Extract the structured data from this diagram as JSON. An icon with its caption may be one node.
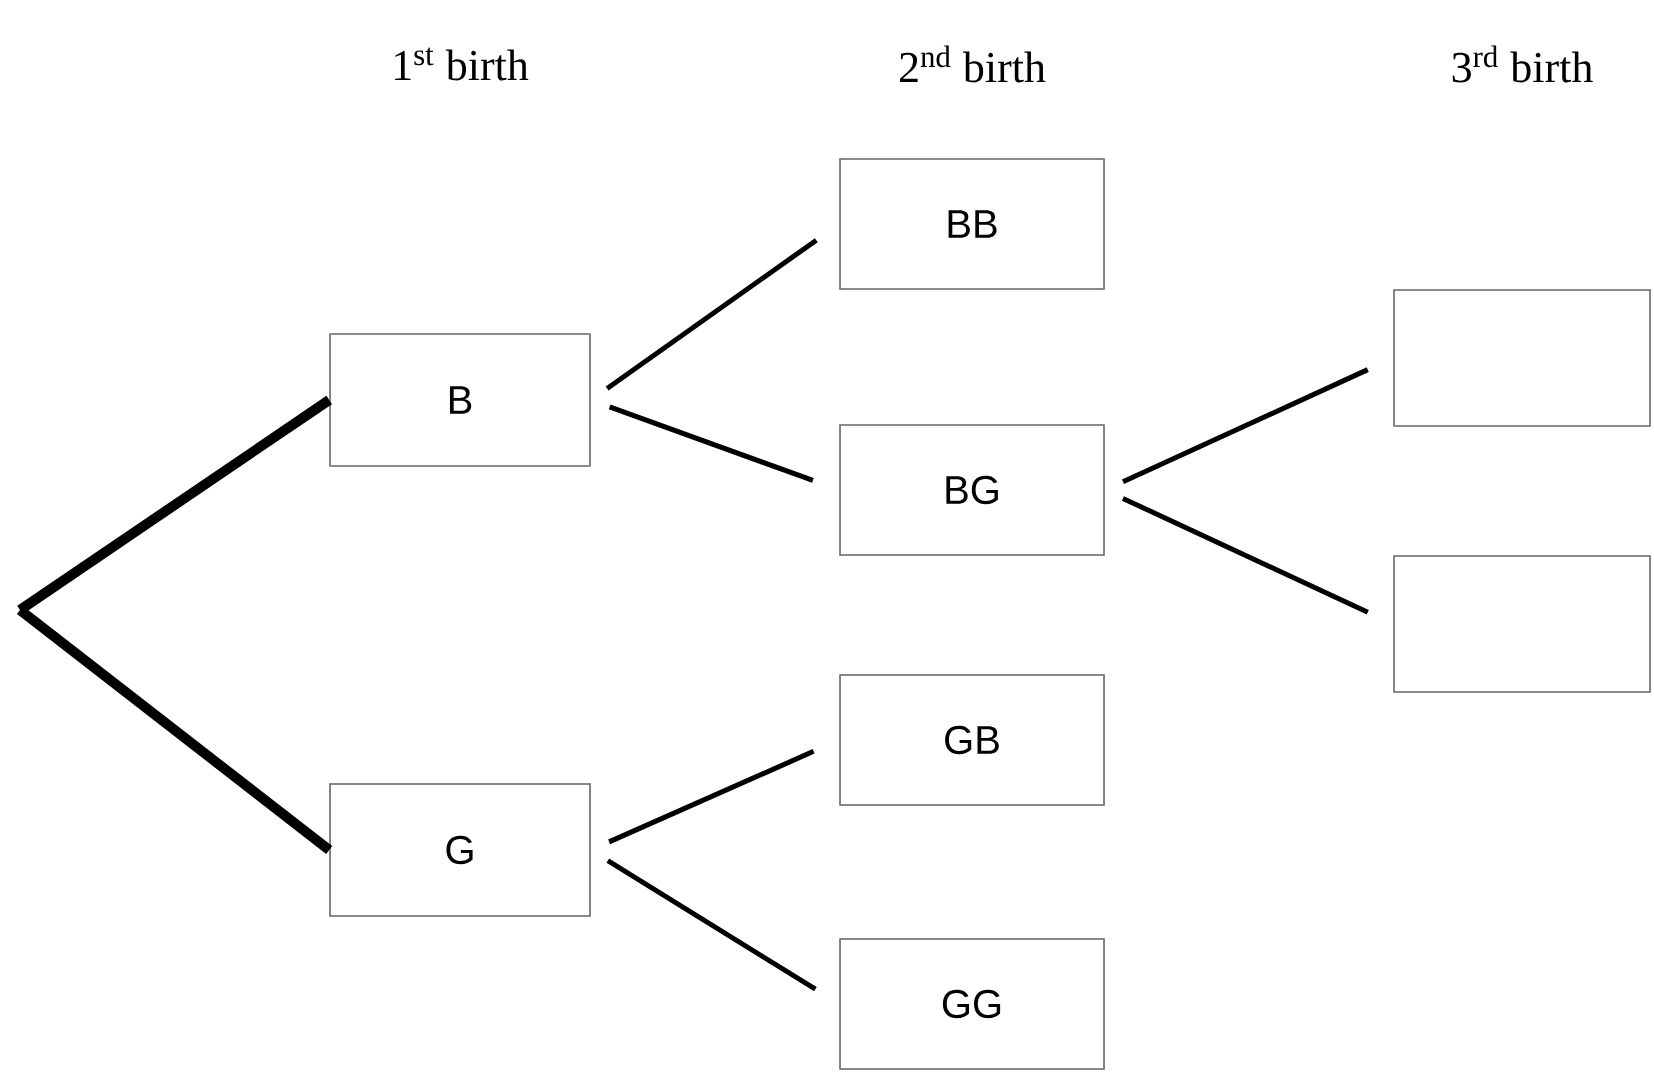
{
  "diagram": {
    "nodes": [
      {
        "text": [
          "B"
        ]
      },
      {
        "text": [
          "G"
        ]
      },
      {
        "text": [
          "BB"
        ]
      },
      {
        "text": [
          "BG"
        ]
      },
      {
        "text": [
          "GB"
        ]
      },
      {
        "text": [
          "GG"
        ]
      },
      {
        "text": [],
        "shape": "box"
      },
      {
        "text": [],
        "shape": "box"
      }
    ],
    "edges": [
      {
        "from": null,
        "to": 0,
        "arrow": "none",
        "style": "thick"
      },
      {
        "from": null,
        "to": 1,
        "arrow": "none",
        "style": "thick"
      },
      {
        "from": 0,
        "to": 2,
        "arrow": "none"
      },
      {
        "from": 0,
        "to": 3,
        "arrow": "none"
      },
      {
        "from": 3,
        "to": 6,
        "arrow": "none"
      },
      {
        "from": 3,
        "to": 7,
        "arrow": "none"
      },
      {
        "from": 1,
        "to": 4,
        "arrow": "none"
      },
      {
        "from": 1,
        "to": 5,
        "arrow": "none"
      }
    ],
    "labels": [
      "1$^{st}$ birth",
      "2$^{nd}$ birth",
      "3$^{rd}$ birth"
    ]
  }
}
